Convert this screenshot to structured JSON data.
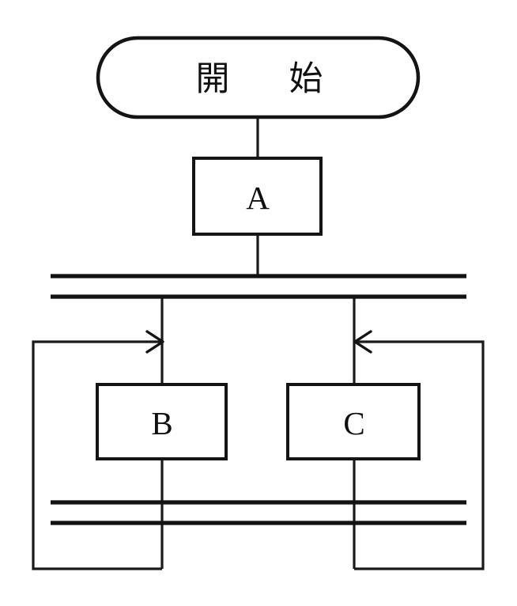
{
  "diagram": {
    "type": "flowchart",
    "title": "",
    "description": "Flowchart with a start terminal, process A, a fork bar splitting into parallel processes B and C, a join bar, and two feedback loops returning from below the join bar back up to the inputs of B and C.",
    "nodes": [
      {
        "id": "start",
        "shape": "terminal",
        "label": "開　始"
      },
      {
        "id": "a",
        "shape": "process",
        "label": "A"
      },
      {
        "id": "fork",
        "shape": "synchronization-bar",
        "label": ""
      },
      {
        "id": "b",
        "shape": "process",
        "label": "B"
      },
      {
        "id": "c",
        "shape": "process",
        "label": "C"
      },
      {
        "id": "join",
        "shape": "synchronization-bar",
        "label": ""
      }
    ],
    "edges": [
      {
        "from": "start",
        "to": "a",
        "arrow": false
      },
      {
        "from": "a",
        "to": "fork",
        "arrow": false
      },
      {
        "from": "fork",
        "to": "b",
        "arrow": false
      },
      {
        "from": "fork",
        "to": "c",
        "arrow": false
      },
      {
        "from": "b",
        "to": "join",
        "arrow": false
      },
      {
        "from": "c",
        "to": "join",
        "arrow": false
      },
      {
        "from": "join",
        "to": "b",
        "arrow": true,
        "style": "feedback-loop-left"
      },
      {
        "from": "join",
        "to": "c",
        "arrow": true,
        "style": "feedback-loop-right"
      }
    ],
    "colors": {
      "stroke": "#141414",
      "fill": "#ffffff",
      "background": "#ffffff"
    }
  }
}
